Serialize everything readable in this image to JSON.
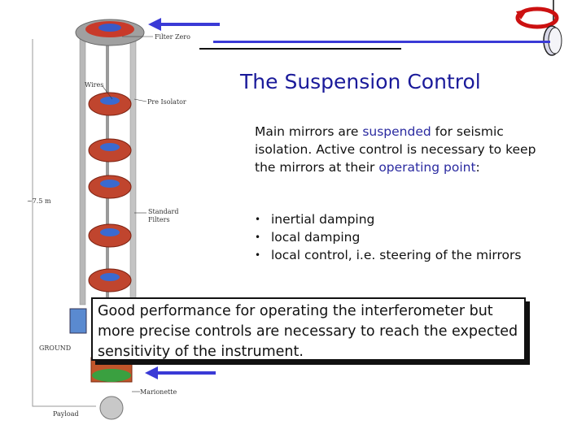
{
  "title": "The Suspension Control",
  "paragraph": {
    "t1": "Main mirrors are ",
    "k1": "suspended",
    "t2": " for seismic isolation. Active control is necessary to keep the mirrors at their ",
    "k2": "operating point",
    "t3": ":"
  },
  "bullets": [
    "inertial damping",
    "local damping",
    "local control, i.e. steering of the mirrors"
  ],
  "callout": "Good performance for operating the interferometer but more precise controls are necessary to reach the expected sensitivity of the instrument.",
  "figure": {
    "labels": {
      "filter_zero": "Filter Zero",
      "wires": "Wires",
      "pre_isolator": "Pre Isolator",
      "height": "~7.5 m",
      "standard_filters": "Standard Filters",
      "ground": "GROUND",
      "marionette": "Marionette",
      "payload": "Payload"
    }
  },
  "colors": {
    "title": "#1a1a9a",
    "keyword": "#2a2aa0",
    "arrow": "#3a3ad6",
    "rotation": "#cc1111"
  }
}
